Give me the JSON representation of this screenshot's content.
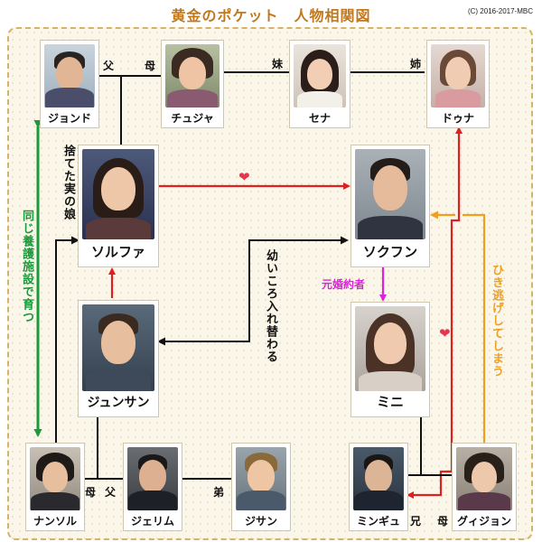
{
  "title": "黄金のポケット　人物相関図",
  "copyright": "(C) 2016-2017-MBC",
  "people": {
    "jondo": "ジョンド",
    "chujya": "チュジャ",
    "sena": "セナ",
    "duna": "ドゥナ",
    "solfa": "ソルファ",
    "sokfun": "ソクフン",
    "junsan": "ジュンサン",
    "mini": "ミニ",
    "nansol": "ナンソル",
    "jerimu": "ジェリム",
    "jisan": "ジサン",
    "mingyu": "ミンギュ",
    "gwijon": "グィジョン"
  },
  "labels": {
    "father": "父",
    "mother": "母",
    "younger_sister": "妹",
    "older_sister": "姉",
    "younger_brother": "弟",
    "older_brother": "兄",
    "abandoned_daughter": "捨てた実の娘",
    "raised_same_orphanage": "同じ養護施設で育つ",
    "swapped_in_childhood": "幼いころ入れ替わる",
    "ex_fiance": "元婚約者",
    "hit_and_run": "ひき逃げしてしまう"
  },
  "colors": {
    "red": "#e02020",
    "green": "#1a9a3a",
    "orange": "#f0a020",
    "magenta": "#e020e0",
    "black": "#111111",
    "board_border": "#d6b36a",
    "title": "#c0781e"
  }
}
